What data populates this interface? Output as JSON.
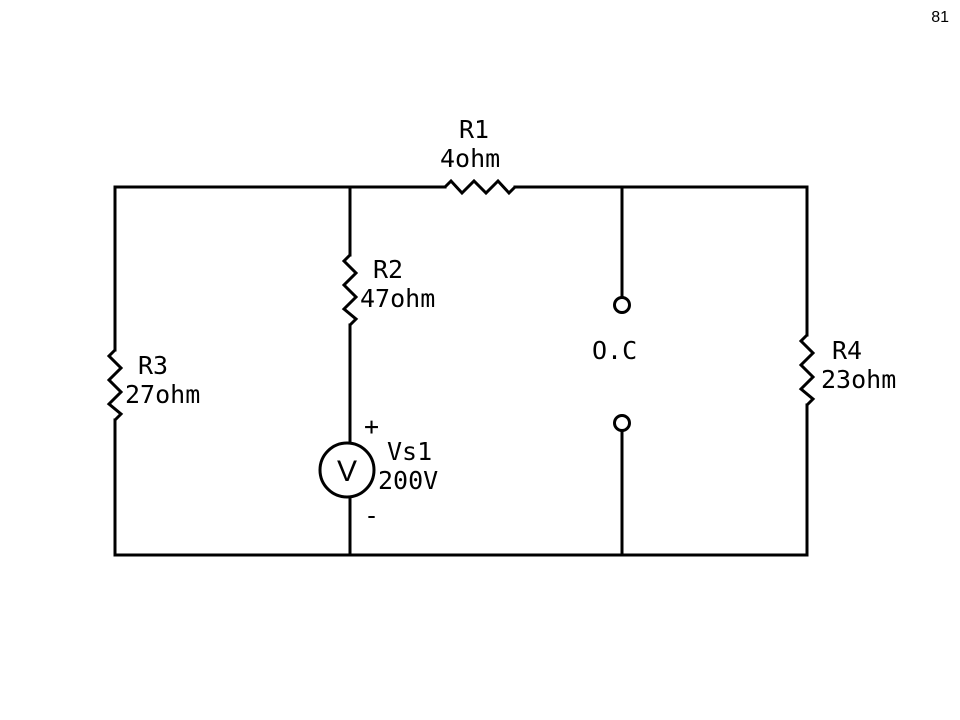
{
  "page_number": "81",
  "components": {
    "r1": {
      "name": "R1",
      "value": "4ohm"
    },
    "r2": {
      "name": "R2",
      "value": "47ohm"
    },
    "r3": {
      "name": "R3",
      "value": "27ohm"
    },
    "r4": {
      "name": "R4",
      "value": "23ohm"
    },
    "vs1": {
      "name": "Vs1",
      "value": "200V",
      "symbol": "V",
      "plus": "+",
      "minus": "-"
    },
    "open_circuit": {
      "label": "O.C"
    }
  }
}
